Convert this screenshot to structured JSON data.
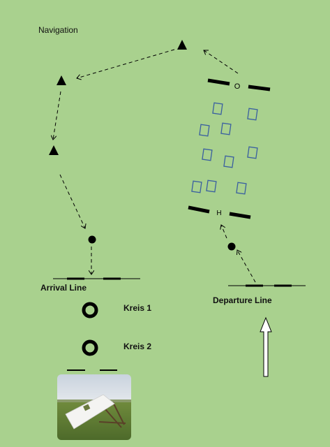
{
  "labels": {
    "navigation": "Navigation",
    "arrival_line": "Arrival Line",
    "departure_line": "Departure Line",
    "kreis_1": "Kreis 1",
    "kreis_2": "Kreis 2",
    "gate_top_marker": "O",
    "gate_bottom_marker": "H"
  },
  "colors": {
    "background": "#a9d18e",
    "ink": "#000000",
    "box_stroke": "#3a5fa0",
    "arrow_fill": "#ffffff"
  },
  "icons": {
    "waypoint": "triangle-waypoint-icon",
    "point": "filled-dot-icon",
    "circle": "ring-icon",
    "direction": "up-arrow-icon",
    "photo": "landing-panel-photo"
  }
}
